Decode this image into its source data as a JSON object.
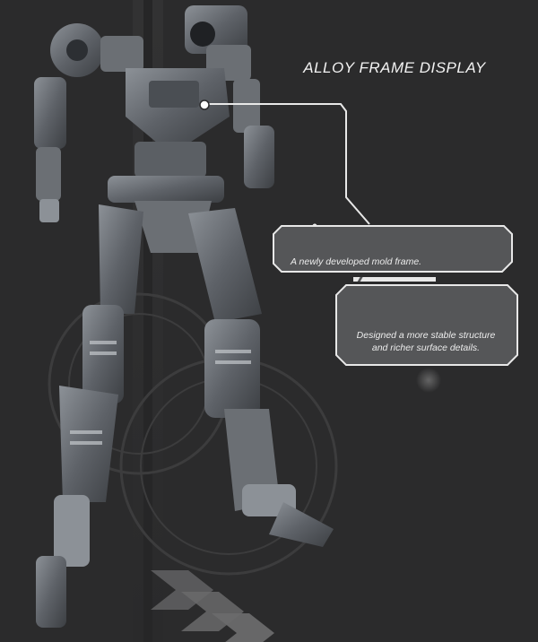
{
  "title": "ALLOY FRAME DISPLAY",
  "captions": {
    "first": "A newly developed mold frame.",
    "second_line1": "Designed a more stable structure",
    "second_line2": "and richer surface details."
  },
  "colors": {
    "background": "#2b2b2c",
    "panel": "#555658",
    "panel_border": "#e8e8e8",
    "frame_dark": "#3f4245",
    "frame_mid": "#6b6f74",
    "frame_light": "#a8adb3"
  }
}
